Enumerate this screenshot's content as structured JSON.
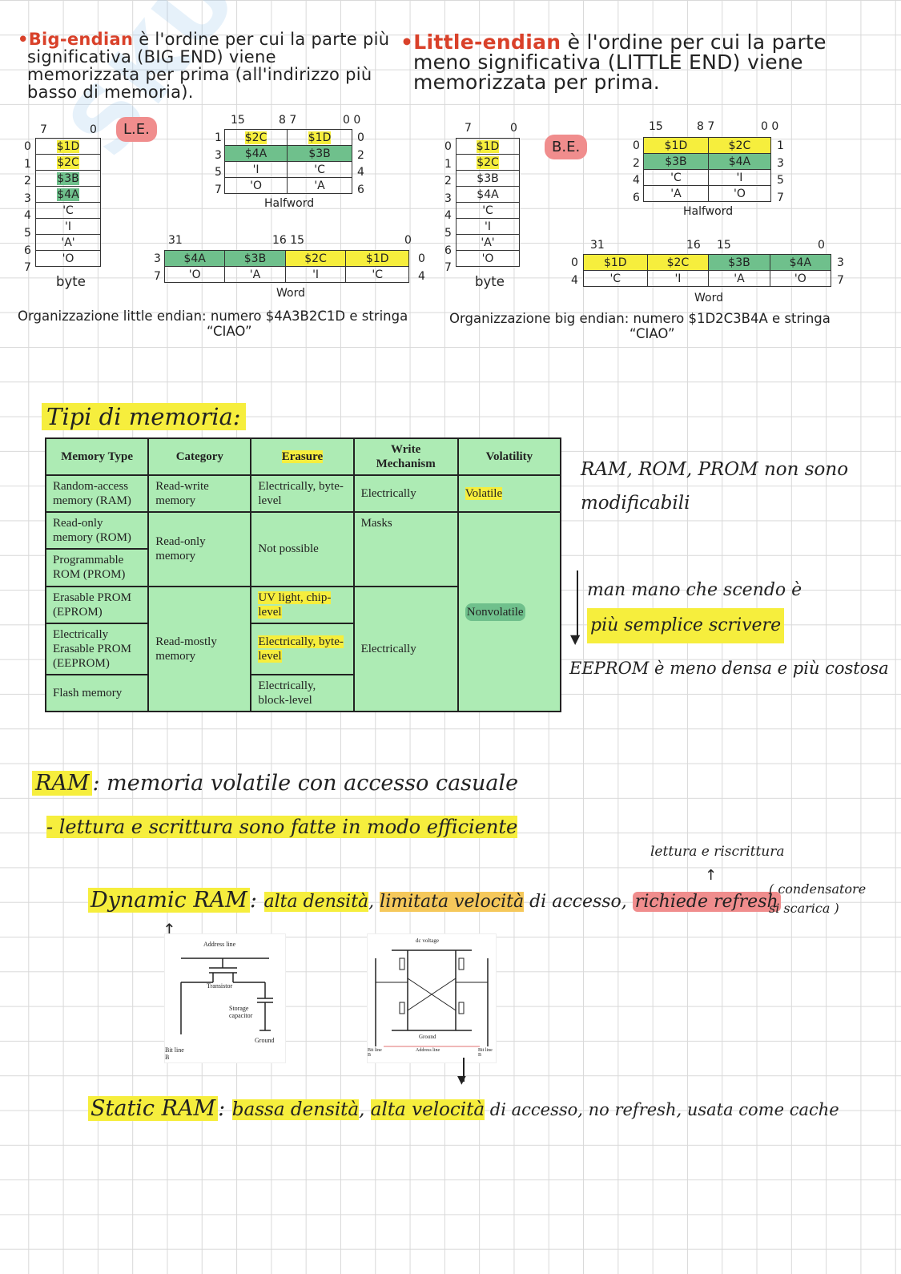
{
  "intro": {
    "big_term": "•Big-endian",
    "big_rest_l1": " è l'ordine per cui la parte più",
    "big_l2": "significativa (BIG END) viene",
    "big_l3": "memorizzata per prima (all'indirizzo più",
    "big_l4": "basso di memoria).",
    "little_term": "•Little-endian",
    "little_rest_l1": " è l'ordine per cui la parte",
    "little_l2": "meno significativa (LITTLE END) viene",
    "little_l3": "memorizzata per prima."
  },
  "le": {
    "tag": "L.E.",
    "byte_hdr": [
      "7",
      "0"
    ],
    "byte_idx": [
      "0",
      "1",
      "2",
      "3",
      "4",
      "5",
      "6",
      "7"
    ],
    "byte_cells": [
      "$1D",
      "$2C",
      "$3B",
      "$4A",
      "'C",
      "'I",
      "'A'",
      "'O"
    ],
    "byte_caption": "byte",
    "half_hdr": [
      "15",
      "8 7",
      "0 0"
    ],
    "half_left_idx": [
      "1",
      "3",
      "5",
      "7"
    ],
    "half_right_idx": [
      "0",
      "2",
      "4",
      "6"
    ],
    "half_cells": [
      [
        "$2C",
        "$1D"
      ],
      [
        "$4A",
        "$3B"
      ],
      [
        "'I",
        "'C"
      ],
      [
        "'O",
        "'A"
      ]
    ],
    "half_caption": "Halfword",
    "word_hdr": [
      "31",
      "16 15",
      "0"
    ],
    "word_left_idx": [
      "3",
      "7"
    ],
    "word_right_idx": [
      "0",
      "4"
    ],
    "word_cells": [
      [
        "$4A",
        "$3B",
        "$2C",
        "$1D"
      ],
      [
        "'O",
        "'A",
        "'I",
        "'C"
      ]
    ],
    "word_caption": "Word",
    "caption": "Organizzazione little endian: numero $4A3B2C1D e stringa",
    "caption2": "“CIAO”"
  },
  "be": {
    "tag": "B.E.",
    "byte_hdr": [
      "7",
      "0"
    ],
    "byte_idx": [
      "0",
      "1",
      "2",
      "3",
      "4",
      "5",
      "6",
      "7"
    ],
    "byte_cells": [
      "$1D",
      "$2C",
      "$3B",
      "$4A",
      "'C",
      "'I",
      "'A'",
      "'O"
    ],
    "byte_caption": "byte",
    "half_hdr": [
      "15",
      "8 7",
      "0 0"
    ],
    "half_left_idx": [
      "0",
      "2",
      "4",
      "6"
    ],
    "half_right_idx": [
      "1",
      "3",
      "5",
      "7"
    ],
    "half_cells": [
      [
        "$1D",
        "$2C"
      ],
      [
        "$3B",
        "$4A"
      ],
      [
        "'C",
        "'I"
      ],
      [
        "'A",
        "'O"
      ]
    ],
    "half_caption": "Halfword",
    "word_hdr": [
      "31",
      "16",
      "15",
      "0"
    ],
    "word_left_idx": [
      "0",
      "4"
    ],
    "word_right_idx": [
      "3",
      "7"
    ],
    "word_cells": [
      [
        "$1D",
        "$2C",
        "$3B",
        "$4A"
      ],
      [
        "'C",
        "'I",
        "'A",
        "'O"
      ]
    ],
    "word_caption": "Word",
    "caption": "Organizzazione big endian: numero $1D2C3B4A e stringa",
    "caption2": "“CIAO”"
  },
  "memory": {
    "heading": "Tipi di memoria:",
    "headers": [
      "Memory Type",
      "Category",
      "Erasure",
      "Write Mechanism",
      "Volatility"
    ],
    "types": [
      "Random-access memory (RAM)",
      "Read-only memory (ROM)",
      "Programmable ROM (PROM)",
      "Erasable PROM (EPROM)",
      "Electrically Erasable PROM (EEPROM)",
      "Flash memory"
    ],
    "category": [
      "Read-write memory",
      "Read-only memory",
      "Read-mostly memory"
    ],
    "erasure": [
      "Electrically, byte-level",
      "Not possible",
      "UV light, chip-level",
      "Electrically, byte-level",
      "Electrically, block-level"
    ],
    "write": [
      "Electrically",
      "Masks",
      "Electrically"
    ],
    "volatility": [
      "Volatile",
      "Nonvolatile"
    ]
  },
  "notes": {
    "n1": "RAM, ROM, PROM non sono",
    "n2": "modificabili",
    "n3": "man mano che scendo è",
    "n4": "più semplice scrivere",
    "n5": "EEPROM è meno densa e più costosa"
  },
  "ram": {
    "title": "RAM",
    "desc": ": memoria volatile con accesso casuale",
    "point": "- lettura e scrittura sono fatte in modo efficiente",
    "reread": "lettura e riscrittura",
    "dyn_title": "Dynamic RAM",
    "dyn_sep": ": ",
    "dyn_a": "alta densità",
    "dyn_b": "limitata velocità",
    "dyn_c": " di accesso, ",
    "dyn_d": "richiede refresh",
    "dyn_note": "( condensatore si scarica )",
    "stat_title": "Static RAM",
    "stat_a": "bassa densità",
    "stat_b": "alta velocità",
    "stat_c": " di accesso, no refresh, usata come cache"
  },
  "dram_fig": {
    "address": "Address line",
    "transistor": "Transistor",
    "capacitor": "Storage capacitor",
    "bitline": "Bit line B",
    "ground": "Ground"
  },
  "sram_fig": {
    "voltage": "dc voltage",
    "ground": "Ground",
    "bitline": "Bit line B",
    "address": "Address line",
    "bitline2": "Bit line B"
  },
  "colors": {
    "yellow": "#f6ee3d",
    "green": "#6fc08c",
    "red": "#f08d8d",
    "table": "#adebb4",
    "orange": "#d9412a"
  }
}
